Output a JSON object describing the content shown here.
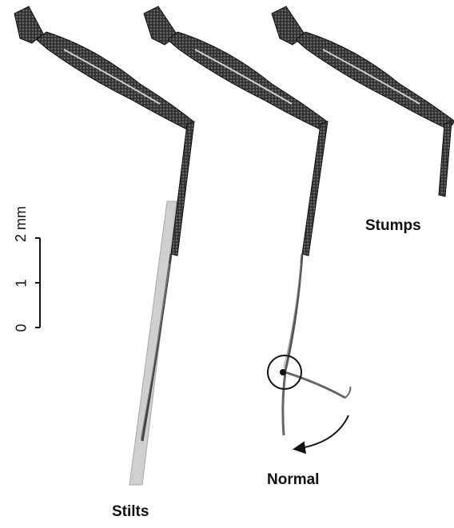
{
  "labels": {
    "stilts": "Stilts",
    "normal": "Normal",
    "stumps": "Stumps"
  },
  "scale_bar": {
    "ticks": [
      "0",
      "1",
      "2 mm"
    ]
  },
  "colors": {
    "leg_dark": "#2e2e2e",
    "leg_mid": "#6b6b6b",
    "stilt_gray": "#cfcfcf",
    "outline": "#111111"
  }
}
